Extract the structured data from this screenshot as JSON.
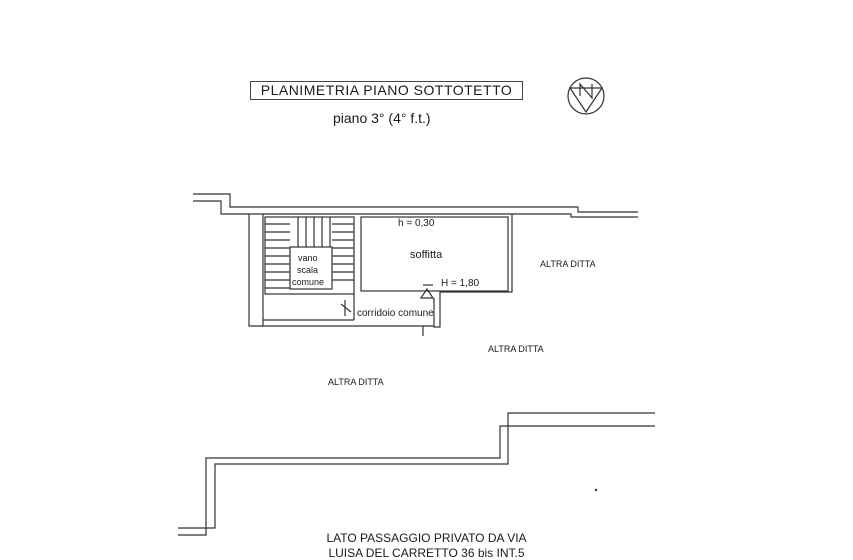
{
  "header": {
    "title": "PLANIMETRIA  PIANO  SOTTOTETTO",
    "subtitle": "piano 3° (4° f.t.)"
  },
  "compass": {
    "icon": "north-arrow-icon",
    "letter": "N"
  },
  "rooms": {
    "stair_line1": "vano",
    "stair_line2": "scala",
    "stair_line3": "comune",
    "attic_name": "soffitta",
    "attic_h_min": "h = 0,30",
    "attic_h_max": "H = 1,80",
    "corridor": "corridoio  comune"
  },
  "neighbors": {
    "right": "ALTRA  DITTA",
    "middle": "ALTRA  DITTA",
    "left": "ALTRA  DITTA"
  },
  "footer": {
    "line1": "LATO PASSAGGIO PRIVATO DA VIA",
    "line2": "LUISA DEL CARRETTO 36 bis INT.5"
  },
  "colors": {
    "line": "#333333",
    "text": "#1a1a1a",
    "background": "#ffffff"
  }
}
